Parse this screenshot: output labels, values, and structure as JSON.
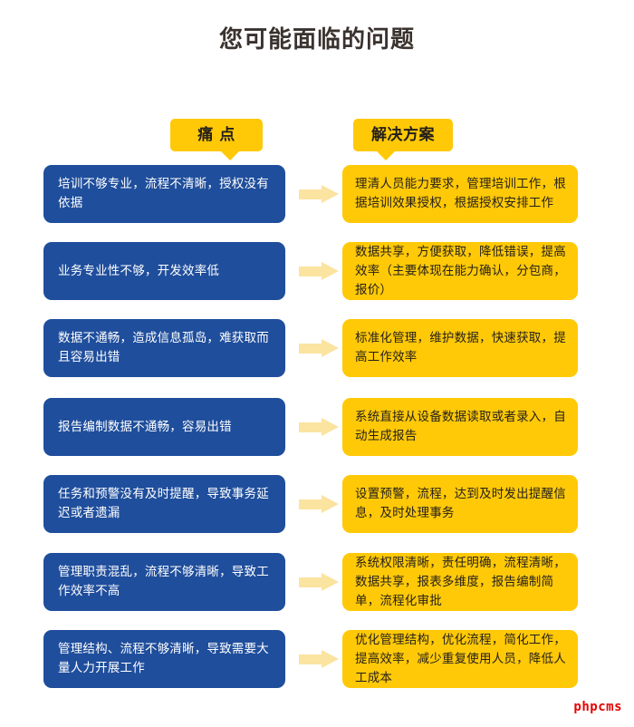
{
  "title": "您可能面临的问题",
  "headers": {
    "pain": "痛  点",
    "solution": "解决方案"
  },
  "colors": {
    "pain_box": "#1F4E9C",
    "solution_box": "#FFC907",
    "arrow": "#FBE3A0",
    "title_text": "#3A322E",
    "watermark": "#E60000",
    "background": "#FFFFFF"
  },
  "arrow_icon": "arrow-right-icon",
  "rows": [
    {
      "pain": "培训不够专业，流程不清晰，授权没有依据",
      "solution": "理清人员能力要求，管理培训工作，根据培训效果授权，根据授权安排工作"
    },
    {
      "pain": "业务专业性不够，开发效率低",
      "solution": "数据共享，方便获取，降低错误，提高效率（主要体现在能力确认，分包商，报价）"
    },
    {
      "pain": "数据不通畅，造成信息孤岛，难获取而且容易出错",
      "solution": "标准化管理，维护数据，快速获取，提高工作效率"
    },
    {
      "pain": "报告编制数据不通畅，容易出错",
      "solution": "系统直接从设备数据读取或者录入，自动生成报告"
    },
    {
      "pain": "任务和预警没有及时提醒，导致事务延迟或者遗漏",
      "solution": "设置预警，流程，达到及时发出提醒信息，及时处理事务"
    },
    {
      "pain": "管理职责混乱，流程不够清晰，导致工作效率不高",
      "solution": "系统权限清晰，责任明确，流程清晰，数据共享，报表多维度，报告编制简单，流程化审批"
    },
    {
      "pain": "管理结构、流程不够清晰，导致需要大量人力开展工作",
      "solution": "优化管理结构，优化流程，简化工作，提高效率，减少重复使用人员，降低人工成本"
    }
  ],
  "watermark": "phpcms"
}
